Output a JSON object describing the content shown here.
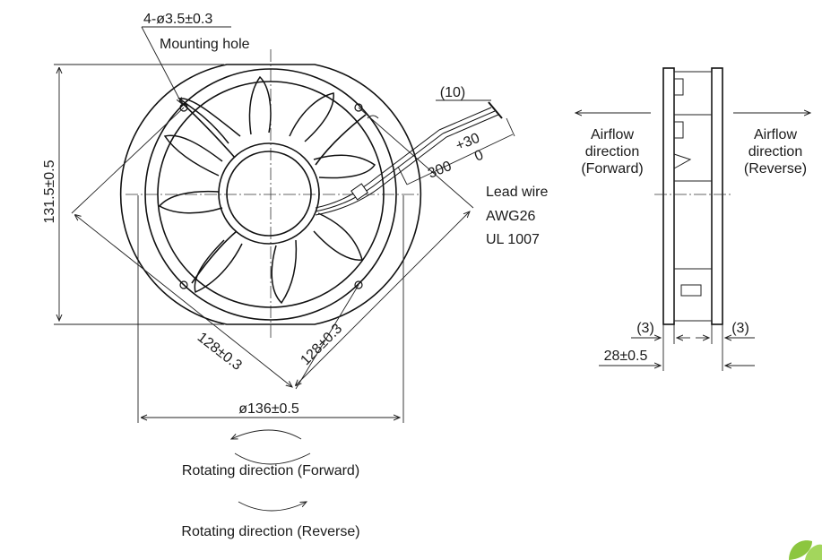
{
  "labels": {
    "mounting_hole_spec": "4-ø3.5±0.3",
    "mounting_hole": "Mounting hole",
    "height": "131.5±0.5",
    "diag_left": "128±0.3",
    "diag_right": "128±0.3",
    "diameter": "ø136±0.5",
    "lead_offset": "(10)",
    "lead_length": "300",
    "lead_tol_plus": "+30",
    "lead_tol_zero": "0",
    "lead_wire_1": "Lead wire",
    "lead_wire_2": "AWG26",
    "lead_wire_3": "UL 1007",
    "airflow_fwd_1": "Airflow",
    "airflow_fwd_2": "direction",
    "airflow_fwd_3": "(Forward)",
    "airflow_rev_1": "Airflow",
    "airflow_rev_2": "direction",
    "airflow_rev_3": "(Reverse)",
    "side_gap_left": "(3)",
    "side_gap_right": "(3)",
    "depth": "28±0.5",
    "rotation_forward": "Rotating direction (Forward)",
    "rotation_reverse": "Rotating direction (Reverse)"
  },
  "colors": {
    "line": "#111111",
    "text": "#1a1a1a",
    "watermark_leaf": "#8cc63f"
  },
  "icons": {
    "watermark": "green-leaf-logo"
  }
}
